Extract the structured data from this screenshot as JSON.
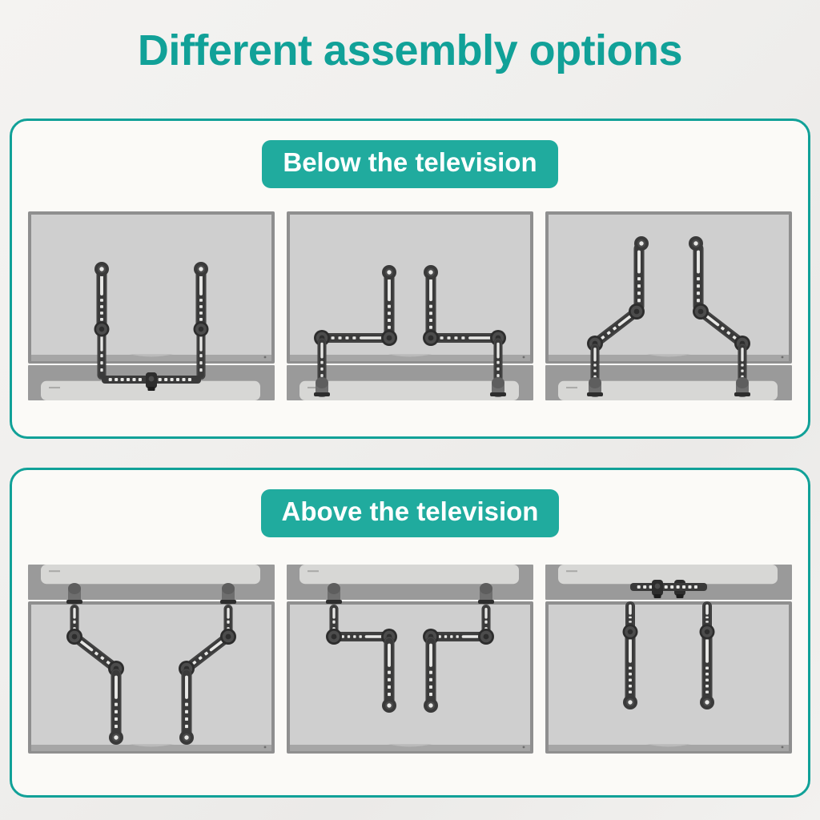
{
  "title": "Different assembly options",
  "colors": {
    "accent_teal": "#11a198",
    "badge_teal": "#20ab9e",
    "panel_background": "#fbfaf7",
    "page_background": "#f1f0ee",
    "bracket_black": "#3a3a3a",
    "tv_screen": "#cfcfcf",
    "tv_bezel": "#8f8f8f",
    "soundbar_body": "#9a9a9a",
    "soundbar_front": "#d7d7d5"
  },
  "sections": [
    {
      "id": "below-the-television",
      "badge_label": "Below the television",
      "device_order": "tv-top-soundbar-bottom",
      "panels": [
        {
          "id": "below-straight",
          "name": "straight-vertical-arms",
          "arm_style": "straight"
        },
        {
          "id": "below-l-shape",
          "name": "l-shaped-outward-arms",
          "arm_style": "l-shape"
        },
        {
          "id": "below-angled",
          "name": "angled-diagonal-arms",
          "arm_style": "angled"
        }
      ]
    },
    {
      "id": "above-the-television",
      "badge_label": "Above the television",
      "device_order": "soundbar-top-tv-bottom",
      "panels": [
        {
          "id": "above-angled",
          "name": "angled-diagonal-arms",
          "arm_style": "angled"
        },
        {
          "id": "above-l-shape",
          "name": "l-shaped-inward-arms",
          "arm_style": "l-shape"
        },
        {
          "id": "above-straight",
          "name": "straight-vertical-arms",
          "arm_style": "straight"
        }
      ]
    }
  ]
}
